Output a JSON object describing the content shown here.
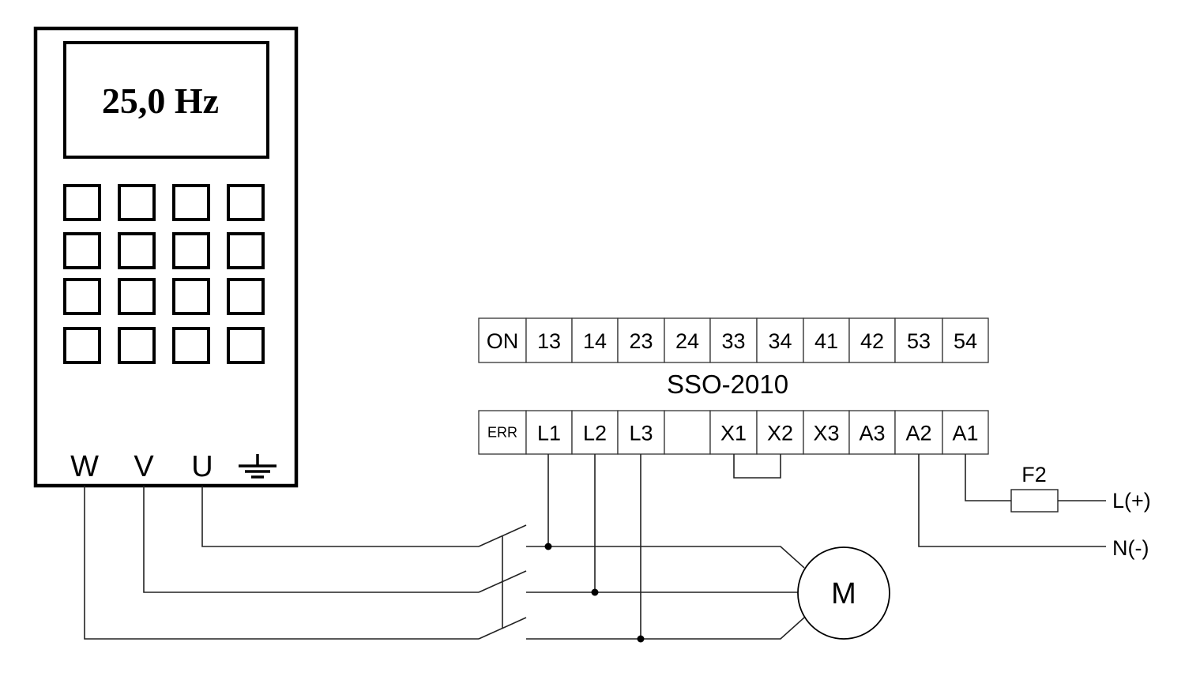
{
  "vfd": {
    "display_text": "25,0 Hz",
    "terminals": [
      "W",
      "V",
      "U"
    ],
    "ground_icon": "ground-icon",
    "keypad": {
      "rows": 4,
      "cols": 4
    }
  },
  "device": {
    "name": "SSO-2010",
    "top_terminals": [
      "ON",
      "13",
      "14",
      "23",
      "24",
      "33",
      "34",
      "41",
      "42",
      "53",
      "54"
    ],
    "bottom_terminals": [
      "ERR",
      "L1",
      "L2",
      "L3",
      "",
      "X1",
      "X2",
      "X3",
      "A3",
      "A2",
      "A1"
    ]
  },
  "fuse": {
    "label": "F2"
  },
  "supply": {
    "line_label": "L(+)",
    "neutral_label": "N(-)"
  },
  "motor": {
    "label": "M"
  }
}
